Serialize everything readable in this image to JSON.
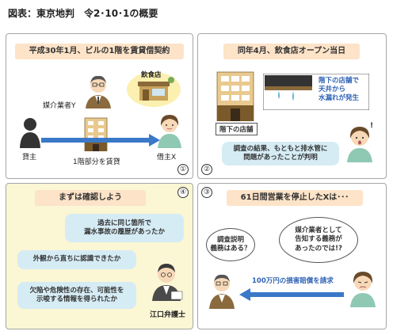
{
  "title": "図表：東京地判　令2･10･1の概要",
  "panel1": {
    "banner": "平成30年1月、ビルの1階を賃貸借契約",
    "broker_label": "媒介業者Y",
    "restaurant_label": "飲食店",
    "lessor_label": "貸主",
    "rent_label": "1階部分を賃貸",
    "lessee_label": "借主X",
    "number": "①"
  },
  "panel2": {
    "banner": "同年4月、飲食店オープン当日",
    "leak_text": "階下の店舗で\n天井から\n水漏れが発生",
    "shop_label": "階下の店舗",
    "finding": "調査の結果、もともと排水管に\n問題があったことが判明",
    "number": "②"
  },
  "panel3": {
    "banner": "まずは確認しよう",
    "q1": "過去に同じ箇所で\n漏水事故の履歴があったか",
    "q2": "外観から直ちに認識できたか",
    "q3": "欠陥や危険性の存在、可能性を\n示唆する情報を得られたか",
    "lawyer_label": "江口弁護士",
    "number": "④"
  },
  "panel4": {
    "banner": "61日間営業を停止したXは･･･",
    "broker_thought": "調査説明\n義務はある？",
    "tenant_thought": "媒介業者として\n告知する義務が\nあったのでは!?",
    "claim": "100万円の損害賠償を請求",
    "number": "③"
  },
  "colors": {
    "banner_bg": "#fde3c8",
    "bubble_bg": "#d6ecf5",
    "arrow_blue": "#3a78c8",
    "panel3_bg": "#fbf6d4",
    "claim_text": "#2f63b5"
  }
}
